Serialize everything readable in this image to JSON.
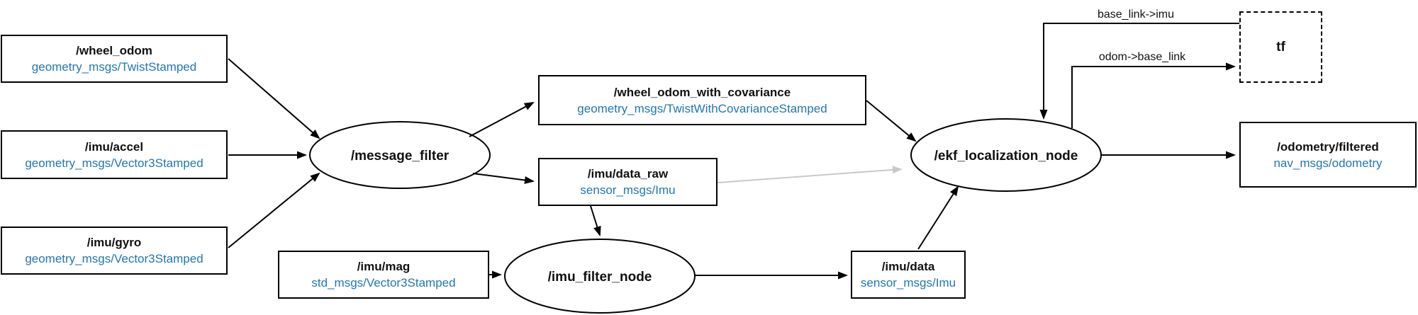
{
  "diagram": {
    "topics": {
      "wheel_odom": {
        "name": "/wheel_odom",
        "type": "geometry_msgs/TwistStamped"
      },
      "imu_accel": {
        "name": "/imu/accel",
        "type": "geometry_msgs/Vector3Stamped"
      },
      "imu_gyro": {
        "name": "/imu/gyro",
        "type": "geometry_msgs/Vector3Stamped"
      },
      "imu_mag": {
        "name": "/imu/mag",
        "type": "std_msgs/Vector3Stamped"
      },
      "wheel_odom_with_covariance": {
        "name": "/wheel_odom_with_covariance",
        "type": "geometry_msgs/TwistWithCovarianceStamped"
      },
      "imu_data_raw": {
        "name": "/imu/data_raw",
        "type": "sensor_msgs/Imu"
      },
      "imu_data": {
        "name": "/imu/data",
        "type": "sensor_msgs/Imu"
      },
      "odometry_filtered": {
        "name": "/odometry/filtered",
        "type": "nav_msgs/odometry"
      }
    },
    "nodes": {
      "message_filter": {
        "label": "/message_filter"
      },
      "imu_filter_node": {
        "label": "/imu_filter_node"
      },
      "ekf_localization_node": {
        "label": "/ekf_localization_node"
      }
    },
    "frames": {
      "tf": {
        "label": "tf"
      }
    },
    "edge_labels": {
      "tf_to_ekf": "base_link->imu",
      "ekf_to_tf": "odom->base_link"
    },
    "colors": {
      "topic_type_text": "#1f77b4",
      "edge": "#000000",
      "edge_inactive": "#c9c9c9"
    }
  }
}
